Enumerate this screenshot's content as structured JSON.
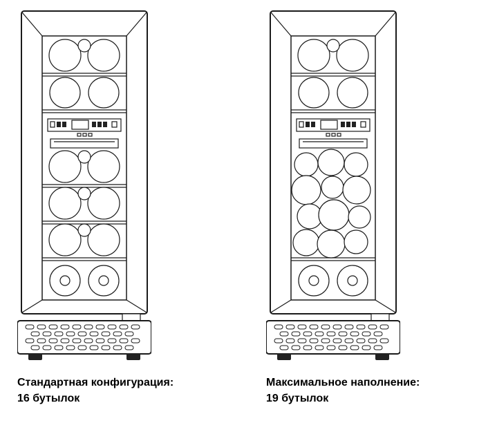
{
  "figures": [
    {
      "name": "standard-configuration",
      "caption_title": "Стандартная конфигурация:",
      "caption_count": "16 бутылок",
      "bottle_count": 16
    },
    {
      "name": "maximum-load",
      "caption_title": "Максимальное наполнение:",
      "caption_count": "19 бутылок",
      "bottle_count": 19
    }
  ],
  "colors": {
    "line": "#1a1a1a",
    "background": "#ffffff",
    "feet": "#222222"
  }
}
